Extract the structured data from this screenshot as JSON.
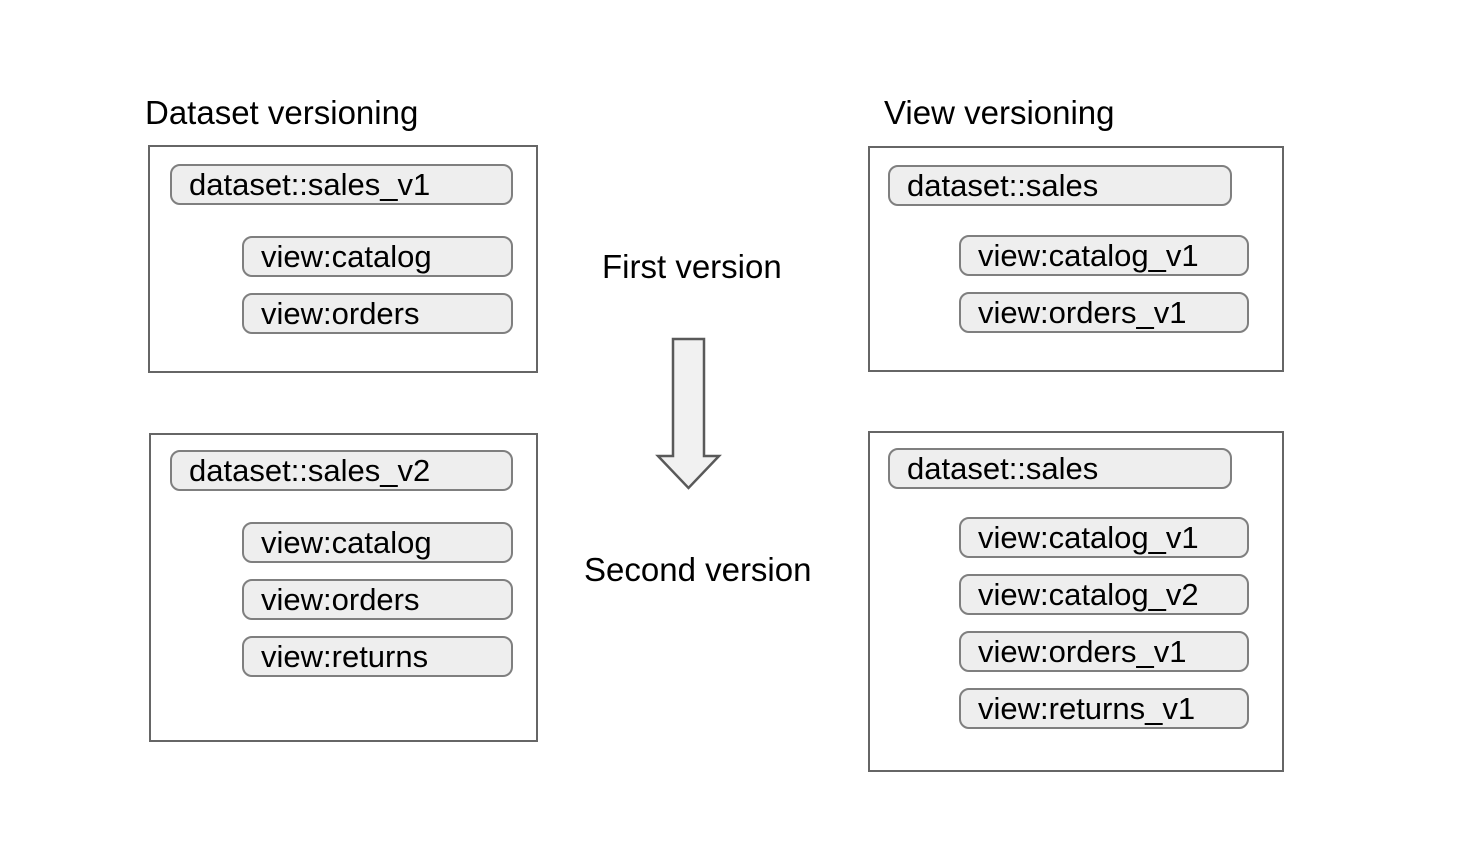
{
  "diagram": {
    "left_column": {
      "title": "Dataset versioning",
      "first_version_box": {
        "dataset_label": "dataset::sales_v1",
        "views": [
          "view:catalog",
          "view:orders"
        ]
      },
      "second_version_box": {
        "dataset_label": "dataset::sales_v2",
        "views": [
          "view:catalog",
          "view:orders",
          "view:returns"
        ]
      }
    },
    "right_column": {
      "title": "View versioning",
      "first_version_box": {
        "dataset_label": "dataset::sales",
        "views": [
          "view:catalog_v1",
          "view:orders_v1"
        ]
      },
      "second_version_box": {
        "dataset_label": "dataset::sales",
        "views": [
          "view:catalog_v1",
          "view:catalog_v2",
          "view:orders_v1",
          "view:returns_v1"
        ]
      }
    },
    "center": {
      "first_label": "First version",
      "second_label": "Second version",
      "arrow_icon": "down-arrow"
    },
    "colors": {
      "background": "#ffffff",
      "box_border": "#666666",
      "pill_fill": "#eeeeee",
      "pill_border": "#7f7f7f",
      "arrow_fill": "#f1f1f1",
      "arrow_border": "#595959",
      "text": "#000000"
    }
  }
}
